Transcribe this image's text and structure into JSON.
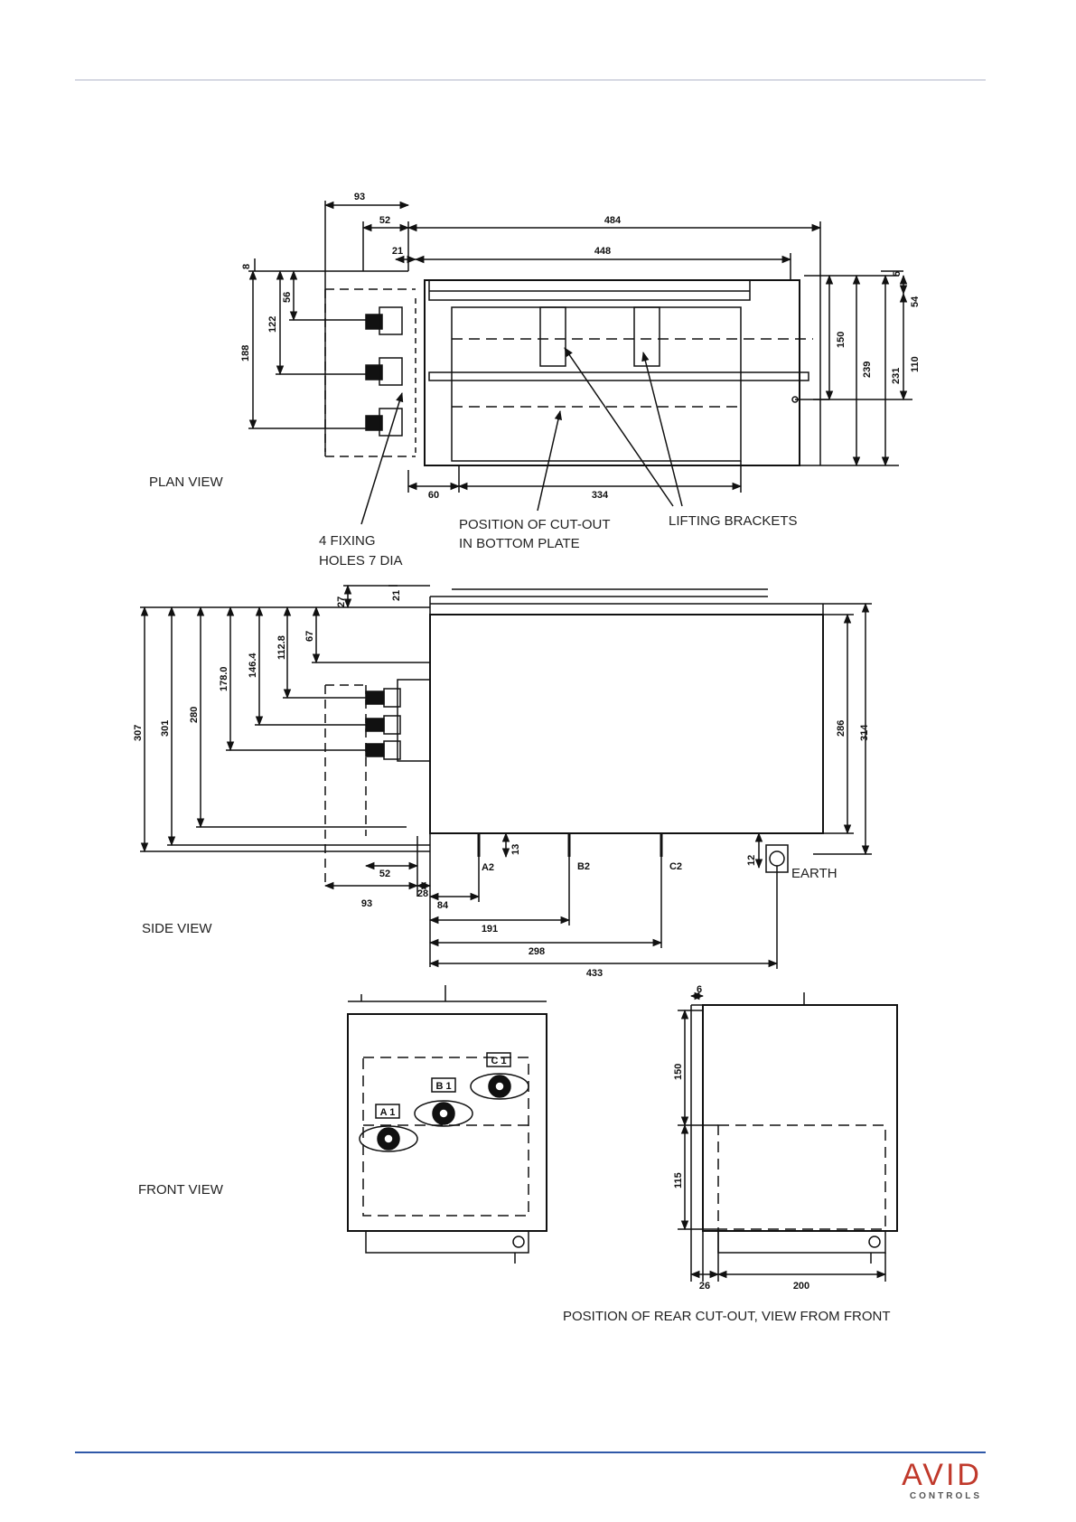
{
  "colors": {
    "top_rule": "#b0b4c8",
    "bottom_rule": "#2f58a8",
    "logo": "#c0392b"
  },
  "views": {
    "plan": "PLAN VIEW",
    "side": "SIDE VIEW",
    "front": "FRONT VIEW",
    "rear_cutout": "POSITION OF REAR CUT-OUT, VIEW FROM FRONT"
  },
  "callouts": {
    "fixing_line1": "4 FIXING",
    "fixing_line2": "HOLES 7 DIA",
    "cutout_line1": "POSITION OF CUT-OUT",
    "cutout_line2": "IN BOTTOM PLATE",
    "lifting": "LIFTING BRACKETS",
    "earth": "EARTH"
  },
  "dims": {
    "plan": {
      "d93": "93",
      "d52": "52",
      "d484": "484",
      "d21": "21",
      "d448": "448",
      "d8": "8",
      "d56": "56",
      "d122": "122",
      "d188": "188",
      "d5": "5",
      "d54": "54",
      "d150": "150",
      "d239": "239",
      "d231": "231",
      "d110": "110",
      "d60": "60",
      "d334": "334"
    },
    "side": {
      "d27": "27",
      "d21": "21",
      "d67": "67",
      "d112": "112.8",
      "d146": "146.4",
      "d178": "178.0",
      "d280": "280",
      "d301": "301",
      "d307": "307",
      "d286": "286",
      "d314": "314",
      "d13": "13",
      "d12": "12",
      "d52": "52",
      "d28": "28",
      "d93": "93",
      "d84": "84",
      "d191": "191",
      "d298": "298",
      "d433": "433",
      "a2": "A2",
      "b2": "B2",
      "c2": "C2"
    },
    "front": {
      "a1": "A 1",
      "b1": "B 1",
      "c1": "C 1"
    },
    "rear": {
      "d6": "6",
      "d150": "150",
      "d115": "115",
      "d26": "26",
      "d200": "200"
    }
  },
  "logo": {
    "name": "AVID",
    "sub": "CONTROLS"
  }
}
